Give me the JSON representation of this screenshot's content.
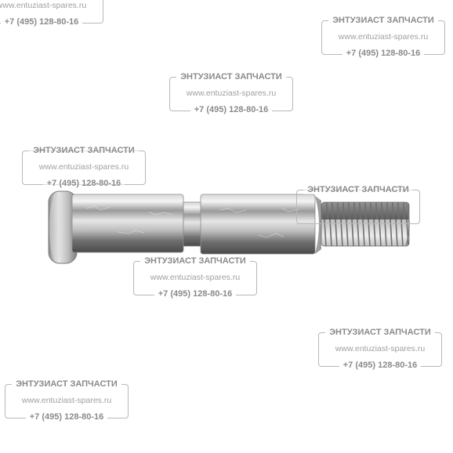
{
  "watermark": {
    "title": "ЭНТУЗИАСТ ЗАПЧАСТИ",
    "site": "www.entuziast-spares.ru",
    "phone": "+7 (495) 128-80-16"
  },
  "colors": {
    "watermark_text": "#8a8a8a",
    "watermark_border": "#b8b8b8",
    "background": "#ffffff",
    "metal": "#c9c9c9"
  }
}
